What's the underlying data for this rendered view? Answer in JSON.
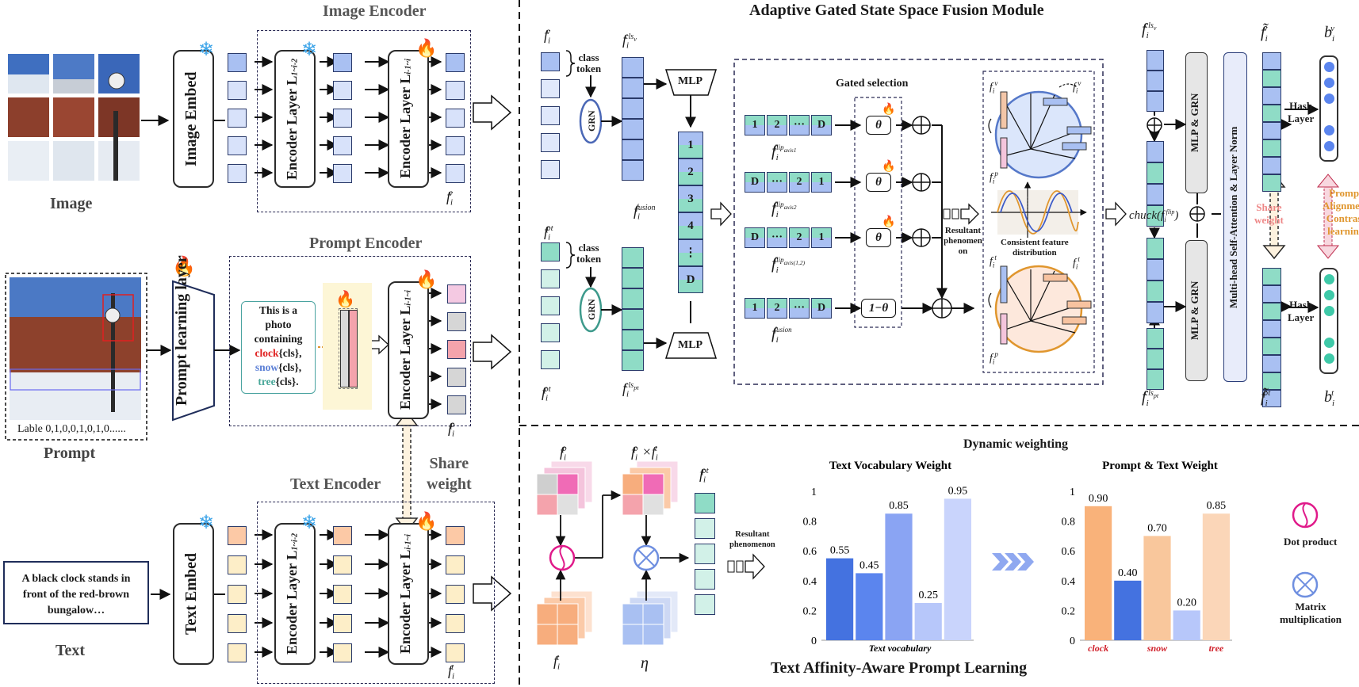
{
  "left": {
    "image_label": "Image",
    "image_encoder_title": "Image Encoder",
    "image_embed": "Image Embed",
    "encoder_layer_a": "Encoder Layer L",
    "encoder_layer_a_sub": "1~i-2",
    "encoder_layer_b": "Encoder Layer L",
    "encoder_layer_b_sub": "i-1~i",
    "f_v_out": "f",
    "prompt_label": "Prompt",
    "prompt_caption": "Lable 0,1,0,0,1,0,1,0......",
    "prompt_learning_layer": "Prompt learning layer",
    "prompt_encoder_title": "Prompt Encoder",
    "prompt_text_lines": [
      "This is a",
      "photo",
      "containing"
    ],
    "prompt_words": [
      {
        "word": "clock",
        "suffix": "{cls},",
        "color": "#e02020"
      },
      {
        "word": "snow",
        "suffix": "{cls},",
        "color": "#5b7fd6"
      },
      {
        "word": "tree",
        "suffix": "{cls}.",
        "color": "#4aa89a"
      }
    ],
    "share_weight": [
      "Share",
      "weight"
    ],
    "text_encoder_title": "Text Encoder",
    "text_input": "A black clock stands in front of the red-brown bungalow…",
    "text_label": "Text",
    "text_embed": "Text Embed"
  },
  "top": {
    "title": "Adaptive Gated State Space Fusion Module",
    "class_token": [
      "class",
      "token"
    ],
    "grn": "GRN",
    "mlp": "MLP",
    "gated_selection": "Gated selection",
    "seq1": [
      "1",
      "2",
      "···",
      "D"
    ],
    "seq2": [
      "D",
      "···",
      "2",
      "1"
    ],
    "theta": "θ",
    "one_minus_theta": "1−θ",
    "fusion_stack": [
      "1",
      "2",
      "3",
      "4",
      "⋮",
      "D"
    ],
    "resultant": [
      "Resultant",
      "phenomen",
      "on"
    ],
    "consistent": [
      "Consistent feature",
      "distribution"
    ],
    "chuck": "chuck(",
    "mlp_grn": "MLP & GRN",
    "mhsa": "Multi-head Self-Attention & Layer Norm",
    "hash_layer": [
      "Hash",
      "Layer"
    ],
    "share_weight2": [
      "Share",
      "weight"
    ],
    "prompt_align": [
      "Prompt",
      "Alignment",
      "Contrast",
      "learning"
    ]
  },
  "bottom": {
    "title": "Text Affinity-Aware Prompt Learning",
    "dynamic_weighting": "Dynamic weighting",
    "eta": "η",
    "resultant": [
      "Resultant",
      "phenomenon"
    ],
    "dot_product": "Dot product",
    "matrix_mult": [
      "Matrix",
      "multiplication"
    ]
  },
  "chart_data": [
    {
      "type": "bar",
      "title": "Text Vocabulary Weight",
      "xlabel": "Text vocabulary",
      "categories": [
        "",
        "",
        "",
        "",
        ""
      ],
      "values": [
        0.55,
        0.45,
        0.85,
        0.25,
        0.95
      ],
      "value_labels": [
        "0.55",
        "0.45",
        "0.85",
        "0.25",
        "0.95"
      ],
      "colors": [
        "#4472e0",
        "#5b85ee",
        "#8aa4f3",
        "#b7c7fa",
        "#c9d4fc"
      ],
      "ylim": [
        0,
        1
      ],
      "yticks": [
        "0",
        "0.2",
        "0.4",
        "0.6",
        "0.8",
        "1"
      ]
    },
    {
      "type": "bar",
      "title": "Prompt & Text Weight",
      "xlabel": "",
      "categories": [
        "clock",
        "",
        "snow",
        "",
        "tree"
      ],
      "values": [
        0.9,
        0.4,
        0.7,
        0.2,
        0.85
      ],
      "value_labels": [
        "0.90",
        "0.40",
        "0.70",
        "0.20",
        "0.85"
      ],
      "colors": [
        "#f9b27a",
        "#4472e0",
        "#f9c79c",
        "#b7c7fa",
        "#fbd6b8"
      ],
      "ylim": [
        0,
        1
      ],
      "yticks": [
        "0",
        "0.2",
        "0.4",
        "0.6",
        "0.8",
        "1"
      ]
    }
  ]
}
